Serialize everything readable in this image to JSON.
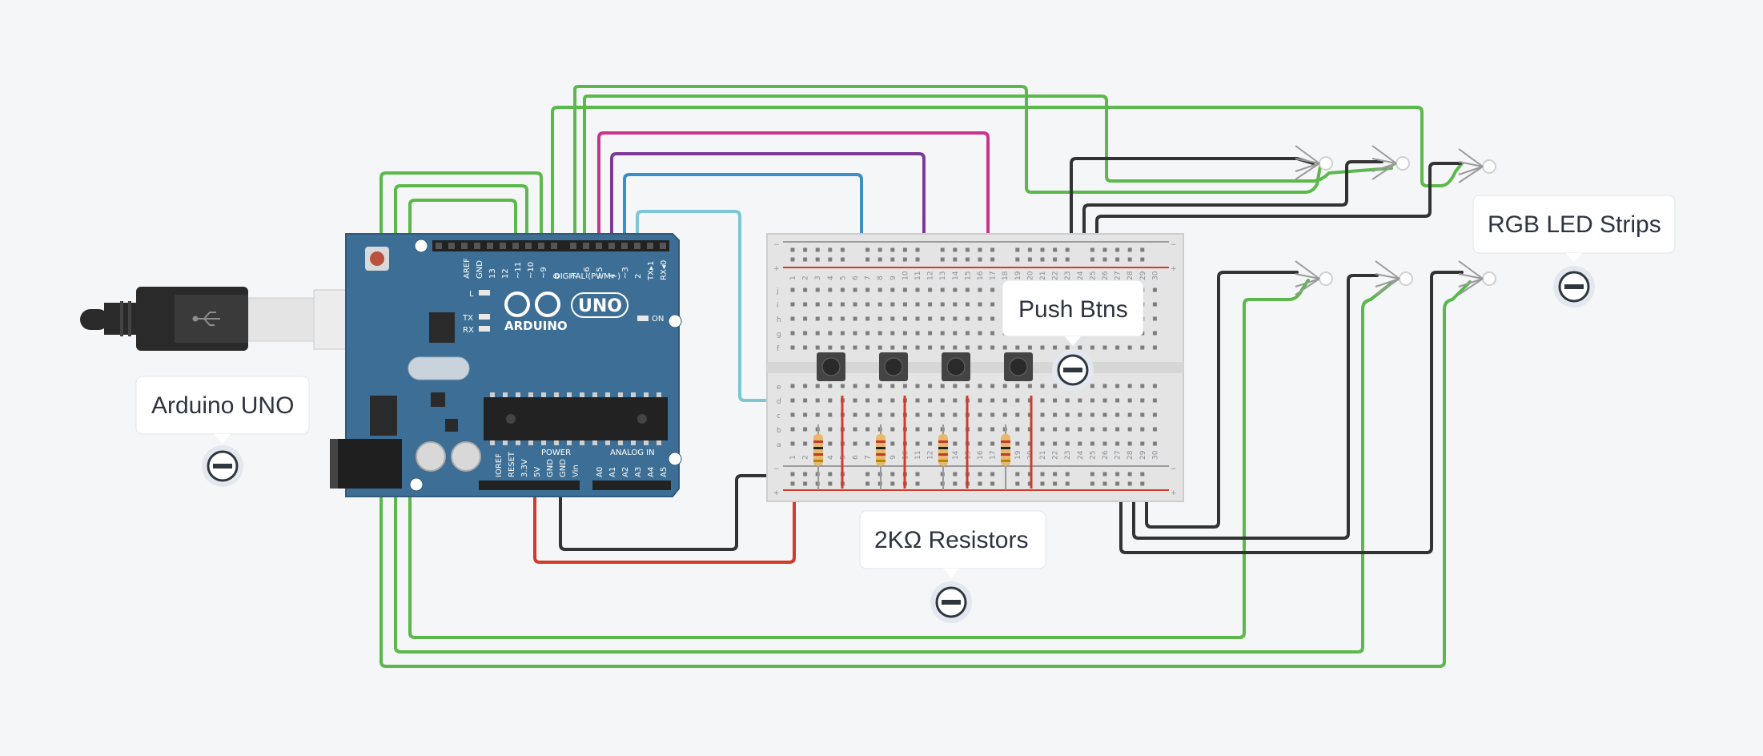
{
  "callouts": {
    "arduino": "Arduino UNO",
    "buttons": "Push Btns",
    "resistors": "2KΩ Resistors",
    "leds": "RGB LED Strips"
  },
  "arduino": {
    "brand": "ARDUINO",
    "model": "UNO",
    "digital_header": "DIGITAL (PWM~)",
    "power_header": "POWER",
    "analog_header": "ANALOG IN",
    "on_label": "ON",
    "l_label": "L",
    "tx_label": "TX",
    "rx_label": "RX",
    "digital_pins": [
      "AREF",
      "GND",
      "13",
      "12",
      "~11",
      "~10",
      "~9",
      "8",
      "7",
      "~6",
      "~5",
      "4",
      "~3",
      "2",
      "TX▸1",
      "RX◂0"
    ],
    "power_pins": [
      "IOREF",
      "RESET",
      "3.3V",
      "5V",
      "GND",
      "GND",
      "Vin"
    ],
    "analog_pins": [
      "A0",
      "A1",
      "A2",
      "A3",
      "A4",
      "A5"
    ]
  },
  "breadboard": {
    "plus": "+",
    "minus": "−",
    "rows_top": [
      "j",
      "i",
      "h",
      "g",
      "f"
    ],
    "rows_bottom": [
      "e",
      "d",
      "c",
      "b",
      "a"
    ],
    "columns": [
      "1",
      "2",
      "3",
      "4",
      "5",
      "6",
      "7",
      "8",
      "9",
      "10",
      "11",
      "12",
      "13",
      "14",
      "15",
      "16",
      "17",
      "18",
      "19",
      "20",
      "21",
      "22",
      "23",
      "24",
      "25",
      "26",
      "27",
      "28",
      "29",
      "30"
    ]
  },
  "colors": {
    "green_wire": "#5bb84a",
    "black_wire": "#333333",
    "red_wire": "#d23a2c",
    "magenta_wire": "#c8338e",
    "purple_wire": "#7a3a96",
    "blue_wire": "#3b8fc9",
    "lightblue_wire": "#7cc6d6",
    "board": "#3d6f96",
    "background": "#f4f6f8"
  },
  "icons": {
    "collapse": "minus-circle-icon",
    "usb": "usb-icon"
  }
}
